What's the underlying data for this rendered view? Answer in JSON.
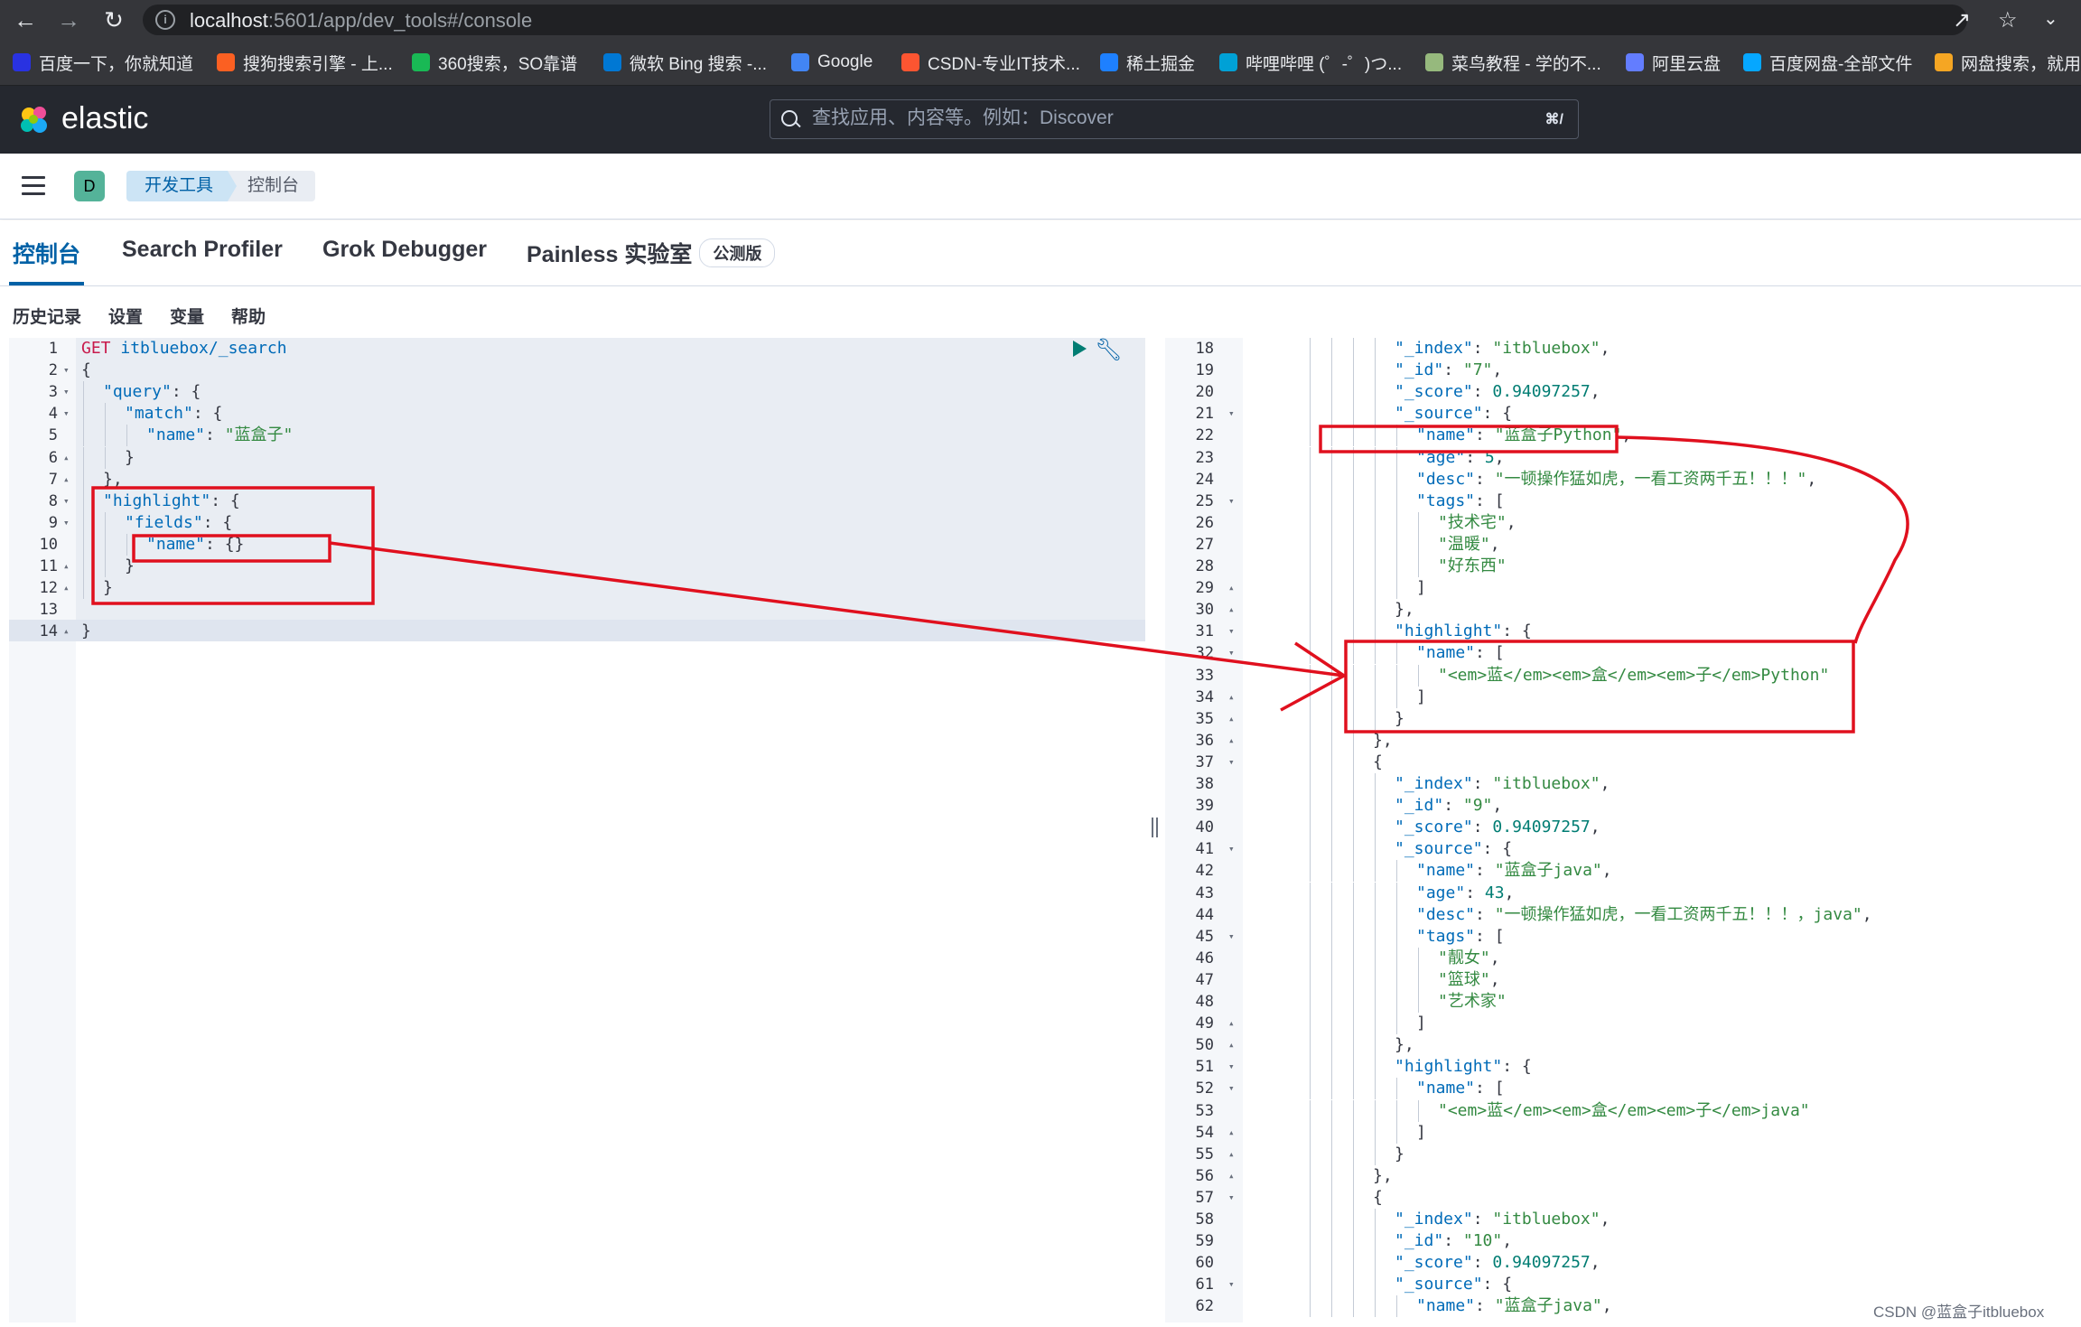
{
  "browser": {
    "url_host": "localhost",
    "url_rest": ":5601/app/dev_tools#/console",
    "bookmarks": [
      {
        "label": "百度一下，你就知道",
        "icon": "baidu-icon",
        "color": "#2932e1"
      },
      {
        "label": "搜狗搜索引擎 - 上...",
        "icon": "sogou-icon",
        "color": "#fb6022"
      },
      {
        "label": "360搜索，SO靠谱",
        "icon": "360-icon",
        "color": "#19b955"
      },
      {
        "label": "微软 Bing 搜索 -...",
        "icon": "bing-icon",
        "color": "#0078d4"
      },
      {
        "label": "Google",
        "icon": "google-icon",
        "color": "#4285f4"
      },
      {
        "label": "CSDN-专业IT技术...",
        "icon": "csdn-icon",
        "color": "#fc5531"
      },
      {
        "label": "稀土掘金",
        "icon": "juejin-icon",
        "color": "#1e80ff"
      },
      {
        "label": "哔哩哔哩 (゜-゜)つ...",
        "icon": "bilibili-icon",
        "color": "#00a1d6"
      },
      {
        "label": "菜鸟教程 - 学的不...",
        "icon": "runoob-icon",
        "color": "#96b97d"
      },
      {
        "label": "阿里云盘",
        "icon": "aliyun-drive-icon",
        "color": "#637dff"
      },
      {
        "label": "百度网盘-全部文件",
        "icon": "baidu-netdisk-icon",
        "color": "#06a7ff"
      },
      {
        "label": "网盘搜索，就用",
        "icon": "netdisk-search-icon",
        "color": "#f5a623"
      }
    ]
  },
  "header": {
    "logo_text": "elastic",
    "search_placeholder": "查找应用、内容等。例如：Discover",
    "search_shortcut": "⌘/"
  },
  "subbar": {
    "space_initial": "D",
    "breadcrumbs": [
      "开发工具",
      "控制台"
    ]
  },
  "tabs": [
    {
      "label": "控制台",
      "active": true
    },
    {
      "label": "Search Profiler",
      "active": false
    },
    {
      "label": "Grok Debugger",
      "active": false
    },
    {
      "label": "Painless 实验室",
      "active": false
    }
  ],
  "beta_badge": "公测版",
  "console_menu": [
    "历史记录",
    "设置",
    "变量",
    "帮助"
  ],
  "request_lines": [
    {
      "n": "1",
      "fold": "",
      "indent": 0,
      "parts": [
        [
          "method",
          "GET"
        ],
        [
          "plain",
          " "
        ],
        [
          "url",
          "itbluebox/_search"
        ]
      ]
    },
    {
      "n": "2",
      "fold": "▾",
      "indent": 0,
      "parts": [
        [
          "plain",
          "{"
        ]
      ]
    },
    {
      "n": "3",
      "fold": "▾",
      "indent": 1,
      "parts": [
        [
          "key",
          "\"query\""
        ],
        [
          "plain",
          ": {"
        ]
      ]
    },
    {
      "n": "4",
      "fold": "▾",
      "indent": 2,
      "parts": [
        [
          "key",
          "\"match\""
        ],
        [
          "plain",
          ": {"
        ]
      ]
    },
    {
      "n": "5",
      "fold": "",
      "indent": 3,
      "parts": [
        [
          "key",
          "\"name\""
        ],
        [
          "plain",
          ": "
        ],
        [
          "str",
          "\"蓝盒子\""
        ]
      ]
    },
    {
      "n": "6",
      "fold": "▴",
      "indent": 2,
      "parts": [
        [
          "plain",
          "}"
        ]
      ]
    },
    {
      "n": "7",
      "fold": "▴",
      "indent": 1,
      "parts": [
        [
          "plain",
          "},"
        ]
      ]
    },
    {
      "n": "8",
      "fold": "▾",
      "indent": 1,
      "parts": [
        [
          "key",
          "\"highlight\""
        ],
        [
          "plain",
          ": {"
        ]
      ]
    },
    {
      "n": "9",
      "fold": "▾",
      "indent": 2,
      "parts": [
        [
          "key",
          "\"fields\""
        ],
        [
          "plain",
          ": {"
        ]
      ]
    },
    {
      "n": "10",
      "fold": "",
      "indent": 3,
      "parts": [
        [
          "key",
          "\"name\""
        ],
        [
          "plain",
          ": {}"
        ]
      ]
    },
    {
      "n": "11",
      "fold": "▴",
      "indent": 2,
      "parts": [
        [
          "plain",
          "}"
        ]
      ]
    },
    {
      "n": "12",
      "fold": "▴",
      "indent": 1,
      "parts": [
        [
          "plain",
          "}"
        ]
      ]
    },
    {
      "n": "13",
      "fold": "",
      "indent": 0,
      "parts": []
    },
    {
      "n": "14",
      "fold": "▴",
      "indent": 0,
      "parts": [
        [
          "plain",
          "}"
        ]
      ]
    }
  ],
  "response_lines": [
    {
      "n": "18",
      "fold": "",
      "indent": 4,
      "parts": [
        [
          "key",
          "\"_index\""
        ],
        [
          "plain",
          ": "
        ],
        [
          "str",
          "\"itbluebox\""
        ],
        [
          "plain",
          ","
        ]
      ]
    },
    {
      "n": "19",
      "fold": "",
      "indent": 4,
      "parts": [
        [
          "key",
          "\"_id\""
        ],
        [
          "plain",
          ": "
        ],
        [
          "str",
          "\"7\""
        ],
        [
          "plain",
          ","
        ]
      ]
    },
    {
      "n": "20",
      "fold": "",
      "indent": 4,
      "parts": [
        [
          "key",
          "\"_score\""
        ],
        [
          "plain",
          ": "
        ],
        [
          "num",
          "0.94097257"
        ],
        [
          "plain",
          ","
        ]
      ]
    },
    {
      "n": "21",
      "fold": "▾",
      "indent": 4,
      "parts": [
        [
          "key",
          "\"_source\""
        ],
        [
          "plain",
          ": {"
        ]
      ]
    },
    {
      "n": "22",
      "fold": "",
      "indent": 5,
      "parts": [
        [
          "key",
          "\"name\""
        ],
        [
          "plain",
          ": "
        ],
        [
          "str",
          "\"蓝盒子Python\""
        ],
        [
          "plain",
          ","
        ]
      ]
    },
    {
      "n": "23",
      "fold": "",
      "indent": 5,
      "parts": [
        [
          "key",
          "\"age\""
        ],
        [
          "plain",
          ": "
        ],
        [
          "num",
          "5"
        ],
        [
          "plain",
          ","
        ]
      ]
    },
    {
      "n": "24",
      "fold": "",
      "indent": 5,
      "parts": [
        [
          "key",
          "\"desc\""
        ],
        [
          "plain",
          ": "
        ],
        [
          "str",
          "\"一顿操作猛如虎，一看工资两千五！！！\""
        ],
        [
          "plain",
          ","
        ]
      ]
    },
    {
      "n": "25",
      "fold": "▾",
      "indent": 5,
      "parts": [
        [
          "key",
          "\"tags\""
        ],
        [
          "plain",
          ": ["
        ]
      ]
    },
    {
      "n": "26",
      "fold": "",
      "indent": 6,
      "parts": [
        [
          "str",
          "\"技术宅\""
        ],
        [
          "plain",
          ","
        ]
      ]
    },
    {
      "n": "27",
      "fold": "",
      "indent": 6,
      "parts": [
        [
          "str",
          "\"温暖\""
        ],
        [
          "plain",
          ","
        ]
      ]
    },
    {
      "n": "28",
      "fold": "",
      "indent": 6,
      "parts": [
        [
          "str",
          "\"好东西\""
        ]
      ]
    },
    {
      "n": "29",
      "fold": "▴",
      "indent": 5,
      "parts": [
        [
          "plain",
          "]"
        ]
      ]
    },
    {
      "n": "30",
      "fold": "▴",
      "indent": 4,
      "parts": [
        [
          "plain",
          "},"
        ]
      ]
    },
    {
      "n": "31",
      "fold": "▾",
      "indent": 4,
      "parts": [
        [
          "key",
          "\"highlight\""
        ],
        [
          "plain",
          ": {"
        ]
      ]
    },
    {
      "n": "32",
      "fold": "▾",
      "indent": 5,
      "parts": [
        [
          "key",
          "\"name\""
        ],
        [
          "plain",
          ": ["
        ]
      ]
    },
    {
      "n": "33",
      "fold": "",
      "indent": 6,
      "parts": [
        [
          "str",
          "\"<em>蓝</em><em>盒</em><em>子</em>Python\""
        ]
      ]
    },
    {
      "n": "34",
      "fold": "▴",
      "indent": 5,
      "parts": [
        [
          "plain",
          "]"
        ]
      ]
    },
    {
      "n": "35",
      "fold": "▴",
      "indent": 4,
      "parts": [
        [
          "plain",
          "}"
        ]
      ]
    },
    {
      "n": "36",
      "fold": "▴",
      "indent": 3,
      "parts": [
        [
          "plain",
          "},"
        ]
      ]
    },
    {
      "n": "37",
      "fold": "▾",
      "indent": 3,
      "parts": [
        [
          "plain",
          "{"
        ]
      ]
    },
    {
      "n": "38",
      "fold": "",
      "indent": 4,
      "parts": [
        [
          "key",
          "\"_index\""
        ],
        [
          "plain",
          ": "
        ],
        [
          "str",
          "\"itbluebox\""
        ],
        [
          "plain",
          ","
        ]
      ]
    },
    {
      "n": "39",
      "fold": "",
      "indent": 4,
      "parts": [
        [
          "key",
          "\"_id\""
        ],
        [
          "plain",
          ": "
        ],
        [
          "str",
          "\"9\""
        ],
        [
          "plain",
          ","
        ]
      ]
    },
    {
      "n": "40",
      "fold": "",
      "indent": 4,
      "parts": [
        [
          "key",
          "\"_score\""
        ],
        [
          "plain",
          ": "
        ],
        [
          "num",
          "0.94097257"
        ],
        [
          "plain",
          ","
        ]
      ]
    },
    {
      "n": "41",
      "fold": "▾",
      "indent": 4,
      "parts": [
        [
          "key",
          "\"_source\""
        ],
        [
          "plain",
          ": {"
        ]
      ]
    },
    {
      "n": "42",
      "fold": "",
      "indent": 5,
      "parts": [
        [
          "key",
          "\"name\""
        ],
        [
          "plain",
          ": "
        ],
        [
          "str",
          "\"蓝盒子java\""
        ],
        [
          "plain",
          ","
        ]
      ]
    },
    {
      "n": "43",
      "fold": "",
      "indent": 5,
      "parts": [
        [
          "key",
          "\"age\""
        ],
        [
          "plain",
          ": "
        ],
        [
          "num",
          "43"
        ],
        [
          "plain",
          ","
        ]
      ]
    },
    {
      "n": "44",
      "fold": "",
      "indent": 5,
      "parts": [
        [
          "key",
          "\"desc\""
        ],
        [
          "plain",
          ": "
        ],
        [
          "str",
          "\"一顿操作猛如虎，一看工资两千五！！！，java\""
        ],
        [
          "plain",
          ","
        ]
      ]
    },
    {
      "n": "45",
      "fold": "▾",
      "indent": 5,
      "parts": [
        [
          "key",
          "\"tags\""
        ],
        [
          "plain",
          ": ["
        ]
      ]
    },
    {
      "n": "46",
      "fold": "",
      "indent": 6,
      "parts": [
        [
          "str",
          "\"靓女\""
        ],
        [
          "plain",
          ","
        ]
      ]
    },
    {
      "n": "47",
      "fold": "",
      "indent": 6,
      "parts": [
        [
          "str",
          "\"篮球\""
        ],
        [
          "plain",
          ","
        ]
      ]
    },
    {
      "n": "48",
      "fold": "",
      "indent": 6,
      "parts": [
        [
          "str",
          "\"艺术家\""
        ]
      ]
    },
    {
      "n": "49",
      "fold": "▴",
      "indent": 5,
      "parts": [
        [
          "plain",
          "]"
        ]
      ]
    },
    {
      "n": "50",
      "fold": "▴",
      "indent": 4,
      "parts": [
        [
          "plain",
          "},"
        ]
      ]
    },
    {
      "n": "51",
      "fold": "▾",
      "indent": 4,
      "parts": [
        [
          "key",
          "\"highlight\""
        ],
        [
          "plain",
          ": {"
        ]
      ]
    },
    {
      "n": "52",
      "fold": "▾",
      "indent": 5,
      "parts": [
        [
          "key",
          "\"name\""
        ],
        [
          "plain",
          ": ["
        ]
      ]
    },
    {
      "n": "53",
      "fold": "",
      "indent": 6,
      "parts": [
        [
          "str",
          "\"<em>蓝</em><em>盒</em><em>子</em>java\""
        ]
      ]
    },
    {
      "n": "54",
      "fold": "▴",
      "indent": 5,
      "parts": [
        [
          "plain",
          "]"
        ]
      ]
    },
    {
      "n": "55",
      "fold": "▴",
      "indent": 4,
      "parts": [
        [
          "plain",
          "}"
        ]
      ]
    },
    {
      "n": "56",
      "fold": "▴",
      "indent": 3,
      "parts": [
        [
          "plain",
          "},"
        ]
      ]
    },
    {
      "n": "57",
      "fold": "▾",
      "indent": 3,
      "parts": [
        [
          "plain",
          "{"
        ]
      ]
    },
    {
      "n": "58",
      "fold": "",
      "indent": 4,
      "parts": [
        [
          "key",
          "\"_index\""
        ],
        [
          "plain",
          ": "
        ],
        [
          "str",
          "\"itbluebox\""
        ],
        [
          "plain",
          ","
        ]
      ]
    },
    {
      "n": "59",
      "fold": "",
      "indent": 4,
      "parts": [
        [
          "key",
          "\"_id\""
        ],
        [
          "plain",
          ": "
        ],
        [
          "str",
          "\"10\""
        ],
        [
          "plain",
          ","
        ]
      ]
    },
    {
      "n": "60",
      "fold": "",
      "indent": 4,
      "parts": [
        [
          "key",
          "\"_score\""
        ],
        [
          "plain",
          ": "
        ],
        [
          "num",
          "0.94097257"
        ],
        [
          "plain",
          ","
        ]
      ]
    },
    {
      "n": "61",
      "fold": "▾",
      "indent": 4,
      "parts": [
        [
          "key",
          "\"_source\""
        ],
        [
          "plain",
          ": {"
        ]
      ]
    },
    {
      "n": "62",
      "fold": "",
      "indent": 5,
      "parts": [
        [
          "key",
          "\"name\""
        ],
        [
          "plain",
          ": "
        ],
        [
          "str",
          "\"蓝盒子java\""
        ],
        [
          "plain",
          ","
        ]
      ]
    }
  ],
  "watermark": "CSDN @蓝盒子itbluebox",
  "annotation_color": "#e0101e"
}
